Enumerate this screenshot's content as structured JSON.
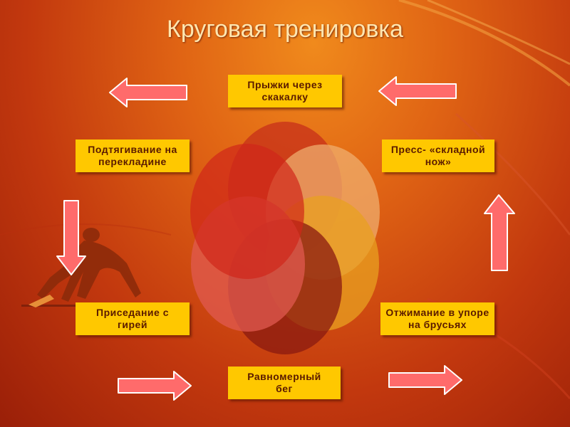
{
  "title": "Круговая тренировка",
  "stations": {
    "top": "Прыжки через скакалку",
    "right_upper": "Пресс- «складной нож»",
    "right_lower": "Отжимание в упоре на брусьях",
    "bottom": "Равномерный бег",
    "left_lower": "Приседание с гирей",
    "left_upper": "Подтягивание на перекладине"
  },
  "colors": {
    "box_fill": "#ffc800",
    "box_text": "#5a1a00",
    "arrow_fill": "#ff6b6b",
    "title_text": "#ffe6b0"
  }
}
